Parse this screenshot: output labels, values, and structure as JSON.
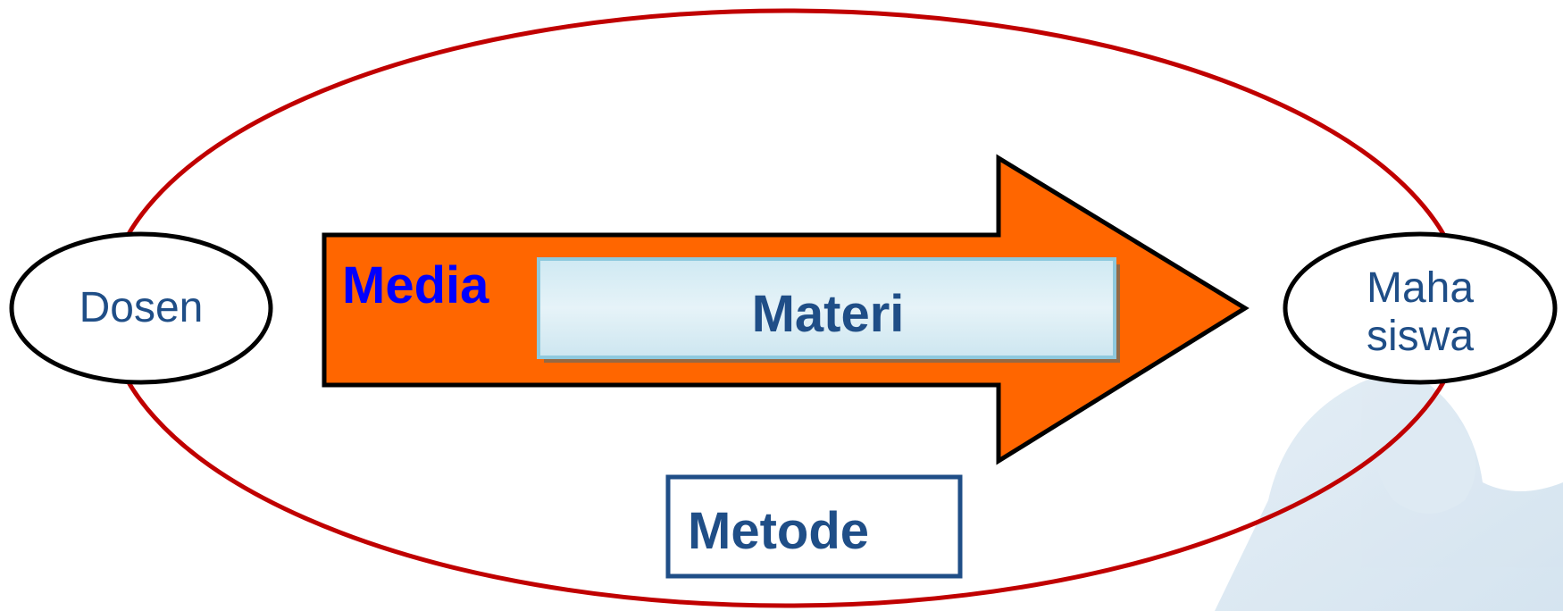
{
  "diagram": {
    "nodes": {
      "dosen": {
        "label": "Dosen"
      },
      "mahasiswa": {
        "line1": "Maha",
        "line2": "siswa"
      },
      "media": {
        "label": "Media"
      },
      "materi": {
        "label": "Materi"
      },
      "metode": {
        "label": "Metode"
      }
    },
    "edges": [
      {
        "from": "Dosen",
        "to": "Mahasiswa",
        "shape": "block-arrow"
      }
    ],
    "colors": {
      "outer_ellipse": "#c00000",
      "arrow_fill": "#ff6600",
      "media_text": "#0000ff",
      "dark_blue": "#1f4e87",
      "materi_fill_light": "#eaf5fa",
      "materi_fill_dark": "#a9d8e6",
      "background_silhouette": "#cfe0ee"
    }
  }
}
